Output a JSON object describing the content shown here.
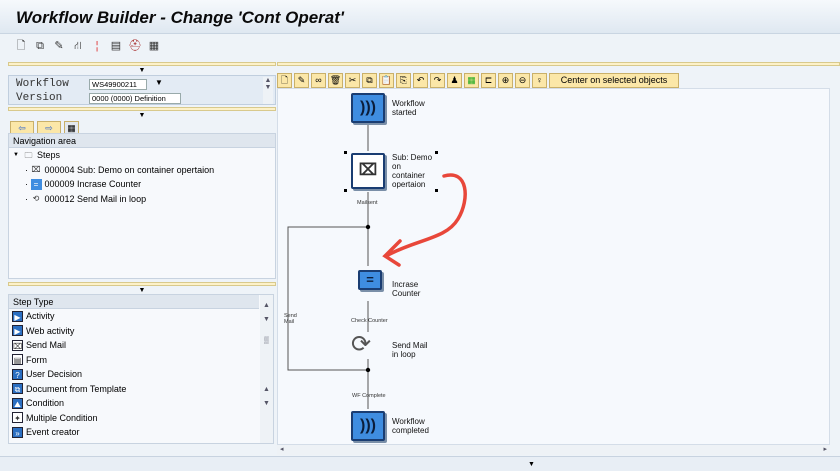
{
  "title": "Workflow Builder - Change 'Cont Operat'",
  "header": {
    "workflow_label": "Workflow",
    "workflow_value": "WS49900211",
    "version_label": "Version",
    "version_value": "0000 (0000) Definition"
  },
  "nav": {
    "title": "Navigation area",
    "root": "Steps",
    "items": [
      "000004 Sub: Demo on container opertaion",
      "000009 Incrase Counter",
      "000012 Send Mail in loop"
    ]
  },
  "step_types": {
    "title": "Step Type",
    "items": [
      "Activity",
      "Web activity",
      "Send Mail",
      "Form",
      "User Decision",
      "Document from Template",
      "Condition",
      "Multiple Condition",
      "Event creator"
    ]
  },
  "diagram_toolbar": {
    "center_label": "Center on selected objects"
  },
  "diagram": {
    "nodes": {
      "start": "Workflow started",
      "sub": "Sub: Demo on container opertaion",
      "counter": "Incrase Counter",
      "sendmail": "Send Mail in loop",
      "end": "Workflow completed"
    },
    "edges": {
      "mailsent": "Mailsent",
      "check": "Check Counter",
      "complete": "WF Complete",
      "loop": "Send Mail"
    },
    "annotation_color": "#e8473a"
  }
}
